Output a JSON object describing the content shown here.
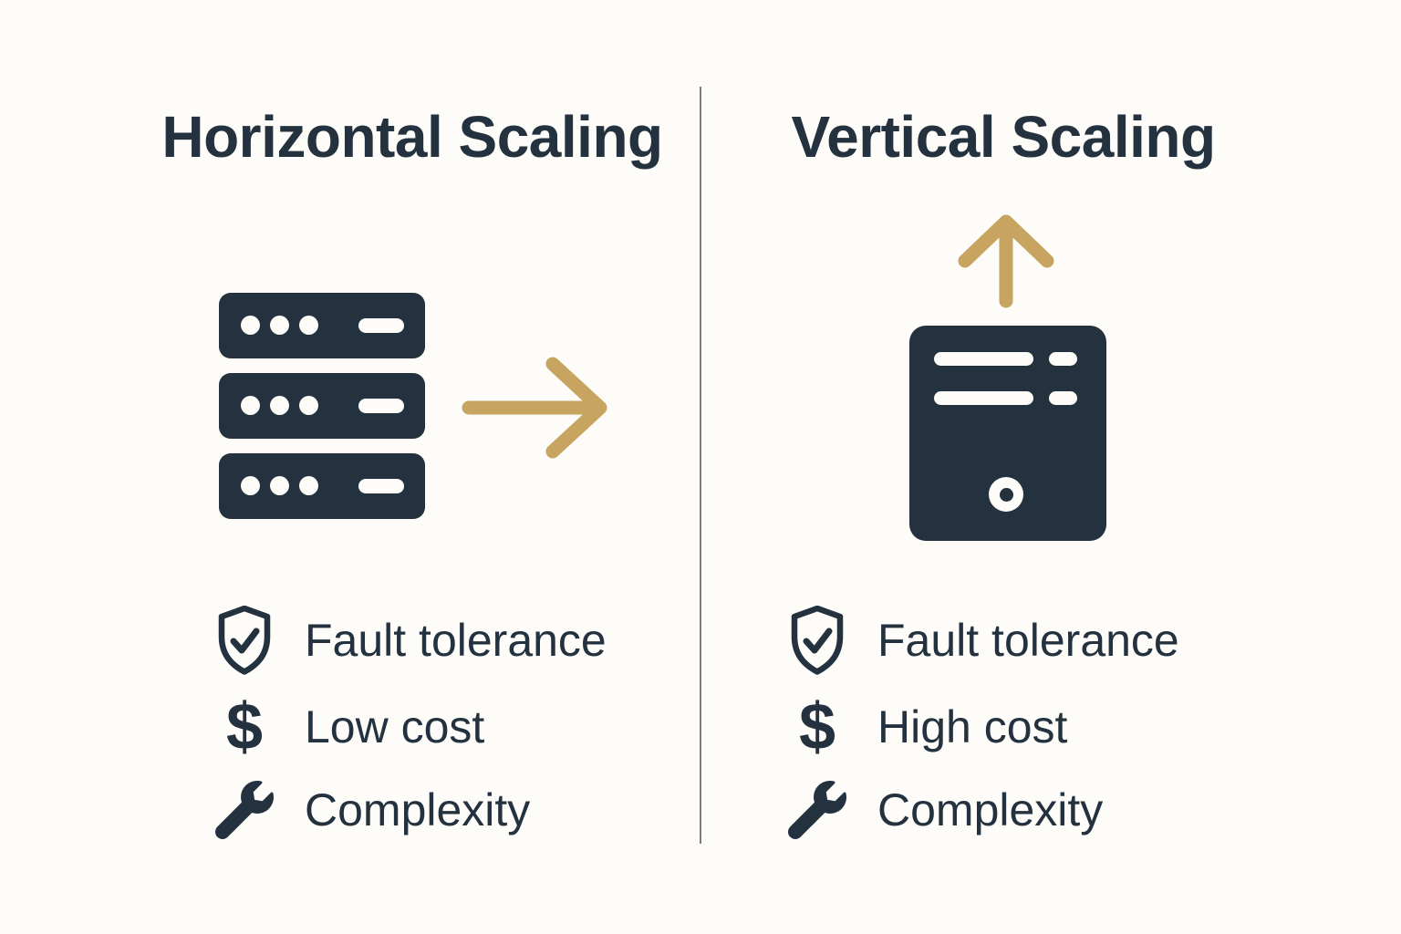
{
  "colors": {
    "background": "#fdfcf9",
    "ink": "#24313e",
    "accent_gold": "#c7a45f",
    "divider_gray": "#7f7f7f"
  },
  "panels": {
    "left": {
      "title": "Horizontal Scaling",
      "graphic": "server-stack-icon with arrow-right-icon",
      "features": [
        {
          "icon": "shield-check-icon",
          "label": "Fault tolerance"
        },
        {
          "icon": "dollar-icon",
          "label": "Low cost"
        },
        {
          "icon": "wrench-icon",
          "label": "Complexity"
        }
      ]
    },
    "right": {
      "title": "Vertical Scaling",
      "graphic": "server-tower-icon with arrow-up-icon",
      "features": [
        {
          "icon": "shield-check-icon",
          "label": "Fault tolerance"
        },
        {
          "icon": "dollar-icon",
          "label": "High cost"
        },
        {
          "icon": "wrench-icon",
          "label": "Complexity"
        }
      ]
    }
  },
  "glyphs": {
    "dollar": "$"
  }
}
